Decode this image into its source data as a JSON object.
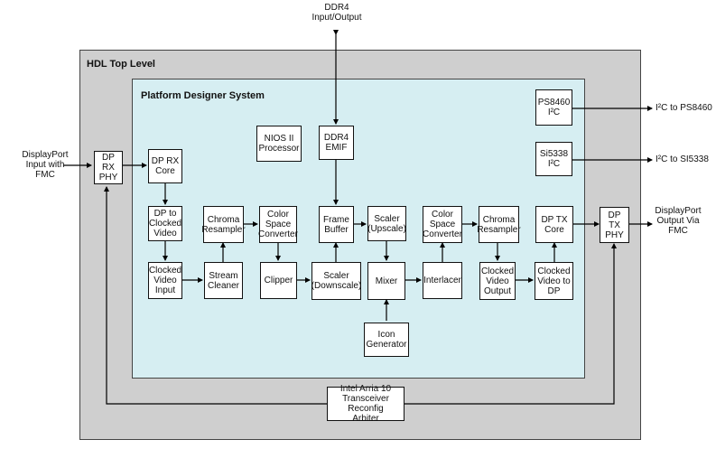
{
  "frames": {
    "hdl_top": "HDL Top Level",
    "platform": "Platform Designer System"
  },
  "blocks": {
    "dp_rx_phy": "DP RX\nPHY",
    "dp_rx_core": "DP RX\nCore",
    "dp_to_clocked": "DP to\nClocked\nVideo",
    "clocked_video_input": "Clocked\nVideo\nInput",
    "chroma_resampler_1": "Chroma\nResampler",
    "stream_cleaner": "Stream\nCleaner",
    "csc_1": "Color\nSpace\nConverter",
    "clipper": "Clipper",
    "nios": "NIOS II\nProcessor",
    "ddr4_emif": "DDR4\nEMIF",
    "frame_buffer": "Frame\nBuffer",
    "scaler_down": "Scaler\n(Downscale)",
    "scaler_up": "Scaler\n(Upscale)",
    "mixer": "Mixer",
    "icon_gen": "Icon\nGenerator",
    "csc_2": "Color\nSpace\nConverter",
    "interlacer": "Interlacer",
    "chroma_resampler_2": "Chroma\nResampler",
    "clocked_video_output": "Clocked\nVideo\nOutput",
    "dp_tx_core": "DP TX\nCore",
    "clocked_to_dp": "Clocked\nVideo to\nDP",
    "ps8460": "PS8460\nI²C",
    "si5338": "Si5338\nI²C",
    "dp_tx_phy": "DP TX\nPHY",
    "arbiter": "Intel Arria 10\nTransceiver Reconfig\nArbiter"
  },
  "external": {
    "ddr4_io": "DDR4\nInput/Output",
    "dp_input": "DisplayPort\nInput with\nFMC",
    "dp_output": "DisplayPort\nOutput Via\nFMC",
    "i2c_ps8460": "I²C to PS8460",
    "i2c_si5338": "I²C to SI5338"
  }
}
